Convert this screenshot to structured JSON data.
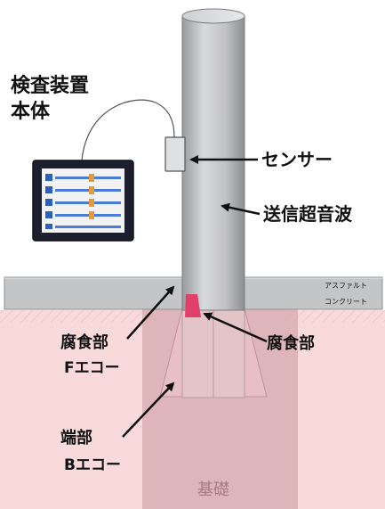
{
  "labels": {
    "device_line1": "検査装置",
    "device_line2": "本体",
    "sensor": "センサー",
    "ultrasonic": "送信超音波",
    "asphalt": "アスファルト",
    "concrete": "コンクリート",
    "corrosion_left_line1": "腐食部",
    "corrosion_left_line2": "Fエコー",
    "corrosion_right": "腐食部",
    "end_line1": "端部",
    "end_line2": "Bエコー",
    "foundation": "基礎"
  },
  "colors": {
    "ground": "#f8dada",
    "foundation": "#d9aeb3",
    "pole": "#bfc0c2",
    "asphalt": "#c4c5c7",
    "corrosion": "#e0406a",
    "screen_bg": "#f2f2f2",
    "screen_row_blue": "#4a7bd6",
    "screen_row_orange": "#e89a3a"
  }
}
